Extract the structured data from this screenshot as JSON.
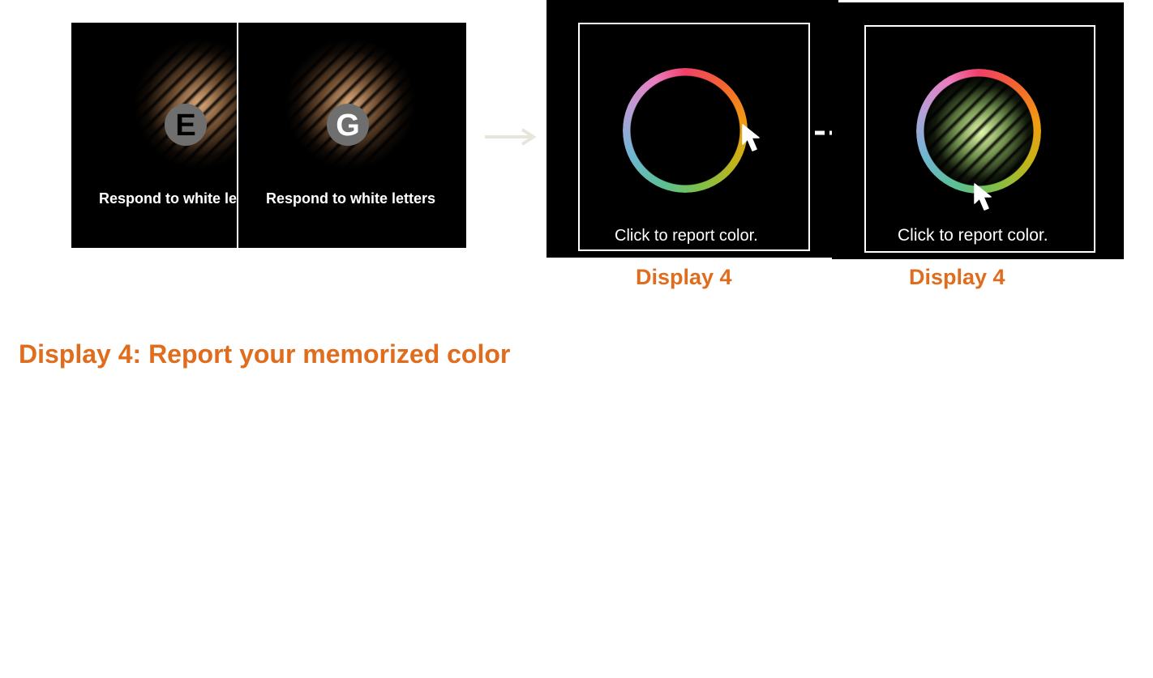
{
  "sequence": {
    "frame_left": {
      "letter": "E",
      "letter_color": "#000000",
      "instruction": "Respond to white le"
    },
    "frame_right": {
      "letter": "G",
      "letter_color": "#ffffff",
      "instruction": "Respond to white letters"
    },
    "transition_arrow": "light-gray-arrow",
    "transition_arrow_color": "#e6e6dc"
  },
  "display_a": {
    "prompt": "Click to report color.",
    "caption": "Display 4",
    "cursor": "mouse-pointer-icon"
  },
  "display_b": {
    "prompt": "Click to report color.",
    "caption": "Display 4",
    "cursor": "mouse-pointer-icon"
  },
  "connector": "dashed-arrow",
  "heading": "Display 4: Report your memorized color",
  "colors": {
    "accent": "#e06d1e",
    "panel": "#000000",
    "text_on_panel": "#ffffff"
  }
}
